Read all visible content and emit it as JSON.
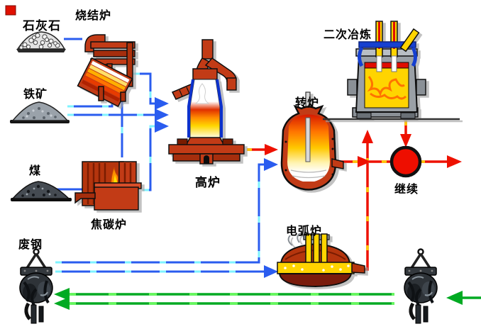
{
  "diagram": {
    "kind": "steelmaking-process-flow",
    "nodes": {
      "limestone": {
        "label": "石灰石"
      },
      "sintering_furnace": {
        "label": "烧结炉"
      },
      "iron_ore": {
        "label": "铁矿"
      },
      "coal": {
        "label": "煤"
      },
      "coking_furnace": {
        "label": "焦碳炉"
      },
      "blast_furnace": {
        "label": "高炉"
      },
      "converter": {
        "label": "转炉"
      },
      "secondary_refining": {
        "label": "二次冶炼"
      },
      "continue_node": {
        "label": "继续"
      },
      "electric_arc_furnace": {
        "label": "电弧炉"
      },
      "scrap_steel": {
        "label": "废钢"
      }
    },
    "flows": [
      {
        "from": "limestone",
        "to": "sintering_furnace",
        "color": "blue"
      },
      {
        "from": "iron_ore",
        "to": "sintering_furnace",
        "color": "blue"
      },
      {
        "from": "iron_ore",
        "to": "blast_furnace",
        "color": "blue"
      },
      {
        "from": "sintering_furnace",
        "to": "blast_furnace",
        "color": "blue"
      },
      {
        "from": "coal",
        "to": "coking_furnace",
        "color": "blue"
      },
      {
        "from": "coking_furnace",
        "to": "blast_furnace",
        "color": "blue"
      },
      {
        "from": "scrap_steel",
        "to": "converter",
        "color": "blue"
      },
      {
        "from": "scrap_steel",
        "to": "electric_arc_furnace",
        "color": "blue"
      },
      {
        "from": "blast_furnace",
        "to": "converter",
        "color": "red"
      },
      {
        "from": "converter",
        "to": "continue_node",
        "color": "red"
      },
      {
        "from": "electric_arc_furnace",
        "to": "secondary_refining",
        "color": "red"
      },
      {
        "from": "secondary_refining",
        "to": "continue_node",
        "color": "red"
      },
      {
        "from": "continue_node",
        "to": "right-edge",
        "color": "red"
      },
      {
        "from": "right-edge",
        "to": "scrap_steel_right",
        "color": "green"
      },
      {
        "from": "scrap_steel_right",
        "to": "scrap_steel",
        "color": "green"
      }
    ],
    "colors": {
      "raw_material_flow": "#2A5CEF",
      "raw_material_dash": "#7FF3FF",
      "molten_metal_flow": "#EE1100",
      "molten_metal_dash": "#FFC800",
      "recycle_flow": "#00AA22",
      "recycle_dash": "#66F95C",
      "furnace_body": "#C23B16",
      "furnace_dark": "#7A1E06",
      "molten_metal": "#FFD400",
      "continue_marker": "#EE0E00"
    }
  }
}
